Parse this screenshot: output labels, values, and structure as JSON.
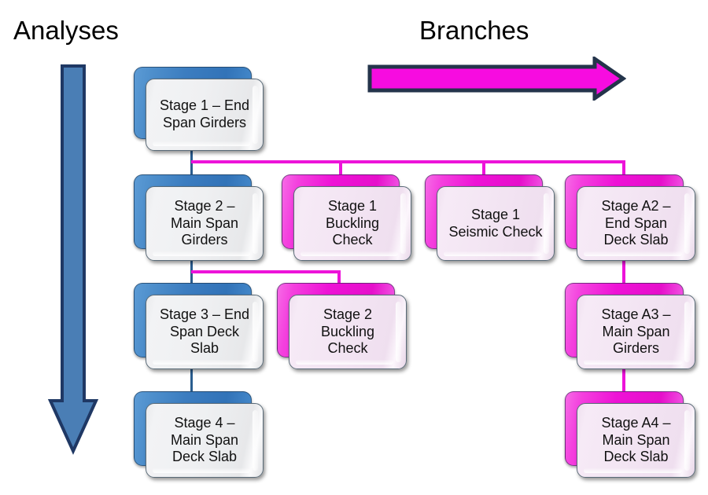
{
  "headings": {
    "left": "Analyses",
    "right": "Branches"
  },
  "arrows": {
    "analyses": {
      "name": "down-arrow",
      "direction": "down",
      "fill": "#4A7EB5",
      "outline": "#1F3864"
    },
    "branches": {
      "name": "right-arrow",
      "direction": "right",
      "fill": "#F70CE0",
      "outline": "#24344B"
    }
  },
  "colors": {
    "blue_accent": "#3C7DC0",
    "magenta_accent": "#ED13D9",
    "connector_blue": "#2A5D8F",
    "connector_magenta": "#ED13D9",
    "box_face_blue": "#EFF0F2",
    "box_face_magenta": "#F3E5F3"
  },
  "nodes": [
    {
      "id": "stage1-end-span-girders",
      "label": "Stage 1 – End\nSpan Girders",
      "color": "blue"
    },
    {
      "id": "stage2-main-span-girders",
      "label": "Stage 2 –\nMain Span\nGirders",
      "color": "blue"
    },
    {
      "id": "stage1-buckling-check",
      "label": "Stage 1\nBuckling\nCheck",
      "color": "magenta"
    },
    {
      "id": "stage1-seismic-check",
      "label": "Stage 1\nSeismic Check",
      "color": "magenta"
    },
    {
      "id": "stageA2-end-span-deck-slab",
      "label": "Stage A2 –\nEnd Span\nDeck Slab",
      "color": "magenta"
    },
    {
      "id": "stage3-end-span-deck-slab",
      "label": "Stage 3 – End\nSpan Deck\nSlab",
      "color": "blue"
    },
    {
      "id": "stage2-buckling-check",
      "label": "Stage 2\nBuckling\nCheck",
      "color": "magenta"
    },
    {
      "id": "stageA3-main-span-girders",
      "label": "Stage A3 –\nMain Span\nGirders",
      "color": "magenta"
    },
    {
      "id": "stage4-main-span-deck-slab",
      "label": "Stage 4 –\nMain Span\nDeck Slab",
      "color": "blue"
    },
    {
      "id": "stageA4-main-span-deck-slab",
      "label": "Stage A4 –\nMain Span\nDeck Slab",
      "color": "magenta"
    }
  ]
}
